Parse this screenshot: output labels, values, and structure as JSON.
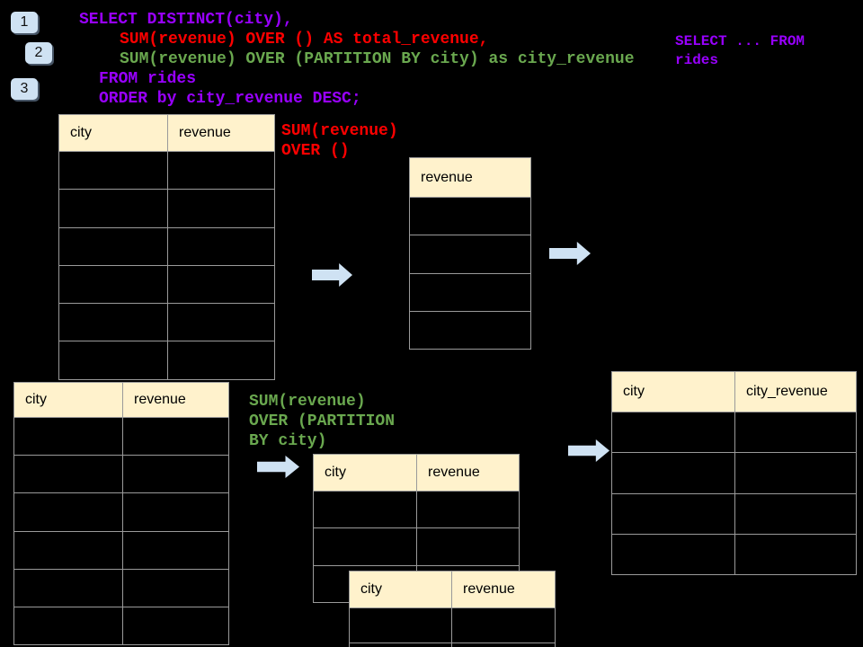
{
  "colors": {
    "background": "#000000",
    "sql_keyword_purple": "#9900ff",
    "total_revenue_red": "#ff0000",
    "partition_green": "#6aa84f",
    "table_header_fill": "#fff2cc",
    "table_border": "#9a9a9a",
    "accent_blue": "#cfe2f3"
  },
  "badges": [
    {
      "label": "1"
    },
    {
      "label": "2"
    },
    {
      "label": "3"
    }
  ],
  "code": {
    "line1": "SELECT DISTINCT(city),",
    "line2": "SUM(revenue) OVER () AS total_revenue,",
    "line3": "SUM(revenue) OVER (PARTITION BY city) as city_revenue",
    "line4": "FROM rides",
    "line5": "ORDER by city_revenue DESC;"
  },
  "snippet": {
    "text": "SELECT ... FROM\nrides"
  },
  "annotations": {
    "total_revenue": "SUM(revenue)\nOVER ()",
    "partition": "SUM(revenue)\nOVER (PARTITION\nBY city)"
  },
  "tables": {
    "source_top": {
      "headers": [
        "city",
        "revenue"
      ],
      "empty_rows": 6
    },
    "total_revenue": {
      "headers": [
        "revenue"
      ],
      "empty_rows": 4
    },
    "source_bottom": {
      "headers": [
        "city",
        "revenue"
      ],
      "empty_rows": 6
    },
    "partition_mid": {
      "headers": [
        "city",
        "revenue"
      ],
      "empty_rows": 3
    },
    "partition_front": {
      "headers": [
        "city",
        "revenue"
      ],
      "empty_rows": 2
    },
    "result": {
      "headers": [
        "city",
        "city_revenue"
      ],
      "empty_rows": 4
    }
  }
}
